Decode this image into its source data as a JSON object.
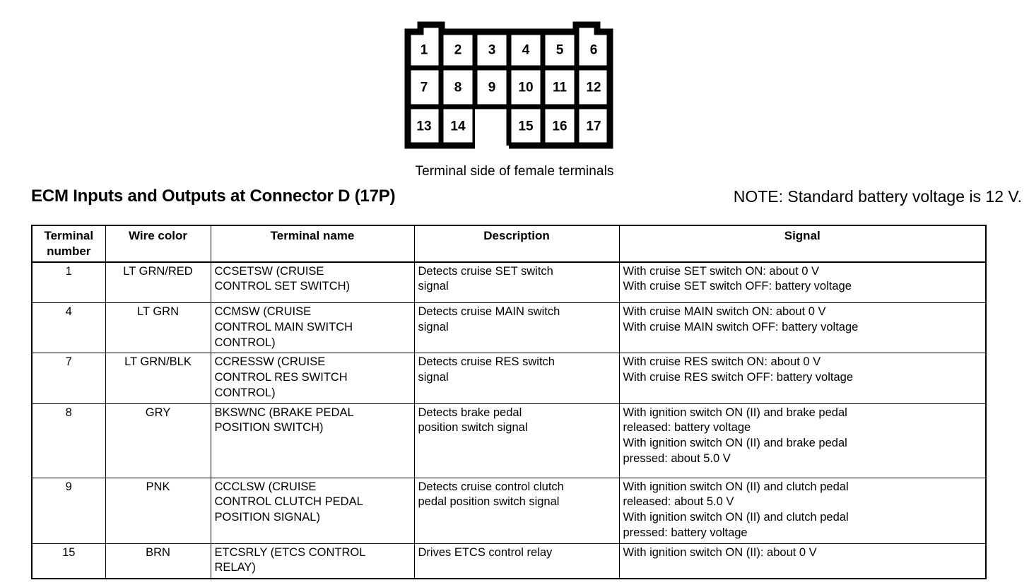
{
  "connector": {
    "caption": "Terminal side of female terminals",
    "rows": [
      [
        "1",
        "2",
        "3",
        "4",
        "5",
        "6"
      ],
      [
        "7",
        "8",
        "9",
        "10",
        "11",
        "12"
      ],
      [
        "13",
        "14",
        "",
        "15",
        "16",
        "17"
      ]
    ]
  },
  "title": "ECM Inputs and Outputs at Connector D (17P)",
  "note": "NOTE: Standard battery voltage is 12 V.",
  "table": {
    "headers": [
      "Terminal\nnumber",
      "Wire color",
      "Terminal name",
      "Description",
      "Signal"
    ],
    "rows": [
      {
        "terminal": "1",
        "wire_color": "LT GRN/RED",
        "terminal_name": "CCSETSW (CRUISE\nCONTROL SET SWITCH)",
        "description": "Detects cruise SET switch\nsignal",
        "signal": "With cruise SET switch ON: about 0 V\nWith cruise SET switch OFF: battery voltage"
      },
      {
        "terminal": "4",
        "wire_color": "LT GRN",
        "terminal_name": "CCMSW (CRUISE\nCONTROL MAIN SWITCH\nCONTROL)",
        "description": "Detects cruise MAIN switch\nsignal",
        "signal": "With cruise MAIN switch ON: about 0 V\nWith cruise MAIN switch OFF: battery voltage"
      },
      {
        "terminal": "7",
        "wire_color": "LT GRN/BLK",
        "terminal_name": "CCRESSW (CRUISE\nCONTROL RES SWITCH\nCONTROL)",
        "description": "Detects cruise RES switch\nsignal",
        "signal": "With cruise RES switch ON: about 0 V\nWith cruise RES switch OFF: battery voltage"
      },
      {
        "terminal": "8",
        "wire_color": "GRY",
        "terminal_name": "BKSWNC (BRAKE PEDAL\nPOSITION SWITCH)",
        "description": "Detects brake pedal\nposition switch signal",
        "signal": "With ignition switch ON (II) and brake pedal\nreleased: battery voltage\nWith ignition switch ON (II) and brake pedal\npressed: about 5.0 V"
      },
      {
        "terminal": "9",
        "wire_color": "PNK",
        "terminal_name": "CCCLSW (CRUISE\nCONTROL CLUTCH PEDAL\nPOSITION SIGNAL)",
        "description": "Detects cruise control clutch\npedal position switch signal",
        "signal": "With ignition switch ON (II) and clutch pedal\nreleased: about 5.0 V\nWith ignition switch ON (II) and clutch pedal\npressed: battery voltage"
      },
      {
        "terminal": "15",
        "wire_color": "BRN",
        "terminal_name": "ETCSRLY (ETCS CONTROL\nRELAY)",
        "description": "Drives ETCS control relay",
        "signal": "With ignition switch ON (II): about 0 V"
      }
    ]
  }
}
